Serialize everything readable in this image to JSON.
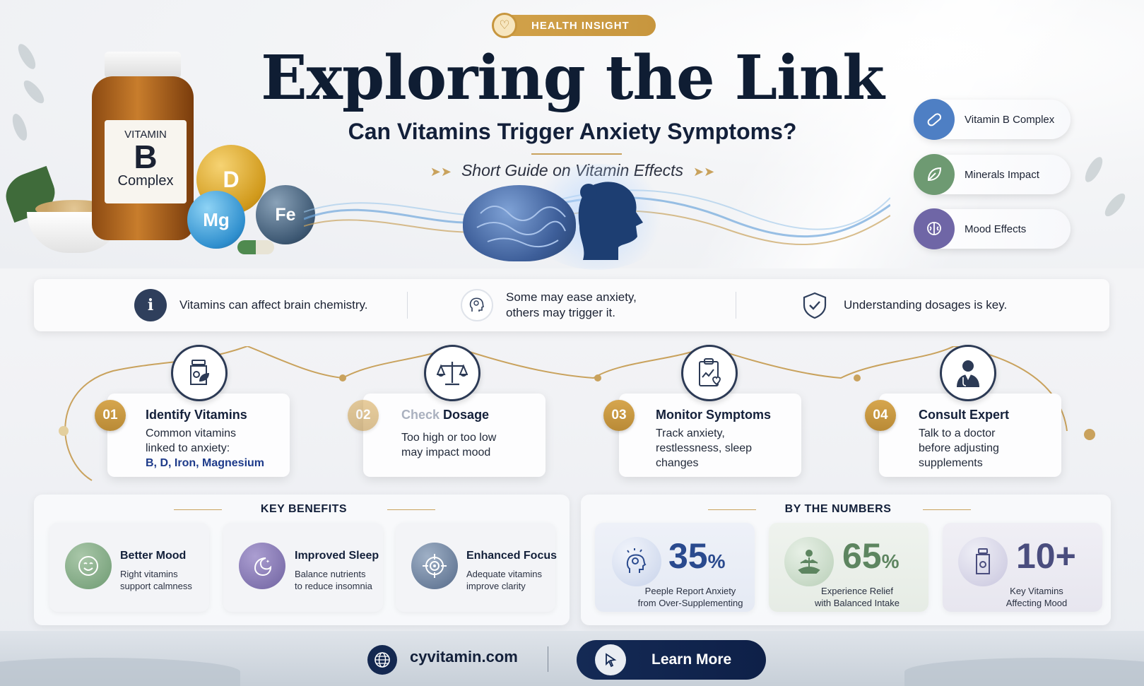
{
  "header": {
    "badge": "HEALTH INSIGHT",
    "title": "Exploring the Link",
    "subtitle": "Can Vitamins Trigger Anxiety Symptoms?",
    "guide": "Short Guide on Vitamin Effects"
  },
  "bottle": {
    "line1": "VITAMIN",
    "line2": "B",
    "line3": "Complex"
  },
  "orbs": {
    "d": "D",
    "mg": "Mg",
    "fe": "Fe"
  },
  "chips": [
    {
      "label": "Vitamin B Complex",
      "icon": "capsule-icon",
      "color": "#4e7fc4"
    },
    {
      "label": "Minerals Impact",
      "icon": "leaf-icon",
      "color": "#6e9a72"
    },
    {
      "label": "Mood Effects",
      "icon": "brain-icon",
      "color": "#6f66a6"
    }
  ],
  "info": [
    {
      "text": "Vitamins can affect brain chemistry.",
      "icon": "info-icon"
    },
    {
      "line1": "Some may ease anxiety,",
      "line2": "others may trigger it.",
      "icon": "head-brain-icon"
    },
    {
      "text": "Understanding dosages is key.",
      "icon": "shield-check-icon"
    }
  ],
  "steps": [
    {
      "num": "01",
      "title": "Identify Vitamins",
      "desc_line1": "Common vitamins",
      "desc_line2": "linked to anxiety:",
      "highlight": "B, D, Iron, Magnesium",
      "icon": "jar-leaf-icon"
    },
    {
      "num": "02",
      "title_faded": "Check",
      "title": "Dosage",
      "desc_line1": "Too high or too low",
      "desc_line2": "may impact mood",
      "icon": "scale-icon"
    },
    {
      "num": "03",
      "title": "Monitor Symptoms",
      "desc_line1": "Track anxiety,",
      "desc_line2": "restlessness, sleep",
      "desc_line3": "changes",
      "icon": "clipboard-heart-icon"
    },
    {
      "num": "04",
      "title": "Consult Expert",
      "desc_line1": "Talk to a doctor",
      "desc_line2": "before adjusting",
      "desc_line3": "supplements",
      "icon": "doctor-icon"
    }
  ],
  "benefits": {
    "heading": "KEY BENEFITS",
    "items": [
      {
        "title": "Better Mood",
        "line1": "Right vitamins",
        "line2": "support calmness",
        "icon": "smile-icon",
        "color": "#7ea381"
      },
      {
        "title": "Improved Sleep",
        "line1": "Balance nutrients",
        "line2": "to reduce insomnia",
        "icon": "moon-icon",
        "color": "#7a6ba8"
      },
      {
        "title": "Enhanced Focus",
        "line1": "Adequate vitamins",
        "line2": "improve clarity",
        "icon": "target-icon",
        "color": "#5f7391"
      }
    ]
  },
  "numbers": {
    "heading": "BY THE NUMBERS",
    "items": [
      {
        "value": "35",
        "unit": "%",
        "line1": "Peeple Report Anxiety",
        "line2": "from Over-Supplementing",
        "icon": "head-idea-icon",
        "color": "#2a4a8e"
      },
      {
        "value": "65",
        "unit": "%",
        "line1": "Experience Relief",
        "line2": "with Balanced Intake",
        "icon": "meditation-icon",
        "color": "#5d8560"
      },
      {
        "value": "10+",
        "unit": "",
        "line1": "Key Vitamins",
        "line2": "Affecting Mood",
        "icon": "bottle-icon",
        "color": "#4a4d7e"
      }
    ]
  },
  "footer": {
    "site": "cyvitamin.com",
    "button": "Learn More"
  }
}
